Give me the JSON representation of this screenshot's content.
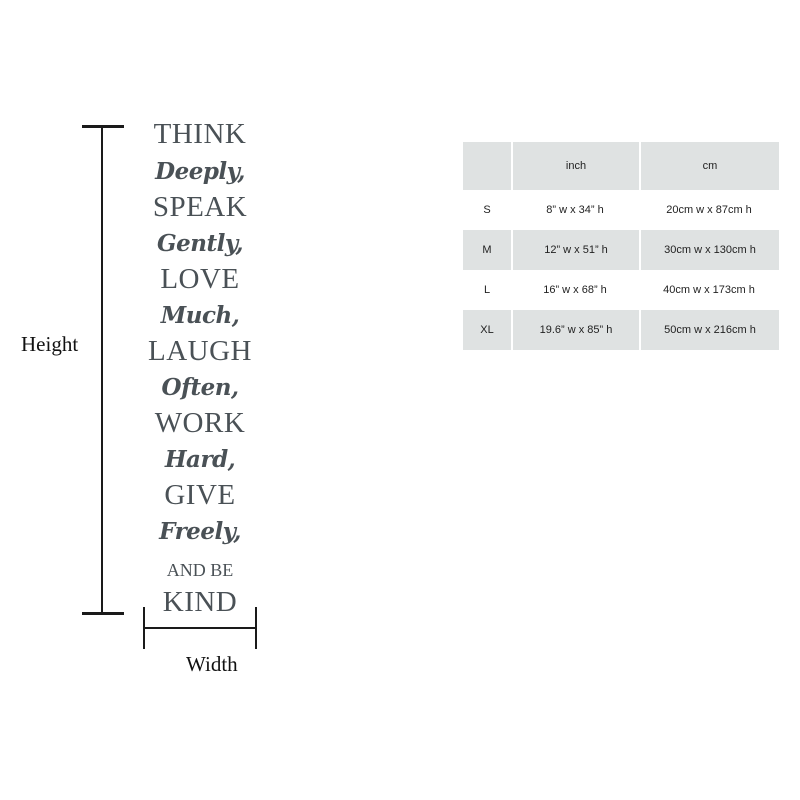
{
  "labels": {
    "height": "Height",
    "width": "Width"
  },
  "quote": {
    "lines": [
      "THINK",
      "Deeply,",
      "SPEAK",
      "Gently,",
      "LOVE",
      "Much,",
      "LAUGH",
      "Often,",
      "WORK",
      "Hard,",
      "GIVE",
      "Freely,",
      "AND BE",
      "KIND"
    ],
    "color": "#4a5156"
  },
  "size_table": {
    "headers": [
      "",
      "inch",
      "cm"
    ],
    "rows": [
      {
        "size": "S",
        "inch": "8”  w x 34”  h",
        "cm": "20cm w x 87cm h"
      },
      {
        "size": "M",
        "inch": "12”  w x 51”  h",
        "cm": "30cm w x 130cm h"
      },
      {
        "size": "L",
        "inch": "16”  w x 68”  h",
        "cm": "40cm w x 173cm h"
      },
      {
        "size": "XL",
        "inch": "19.6”  w x 85”  h",
        "cm": "50cm w x 216cm h"
      }
    ],
    "shade_color": "#dfe2e2"
  }
}
